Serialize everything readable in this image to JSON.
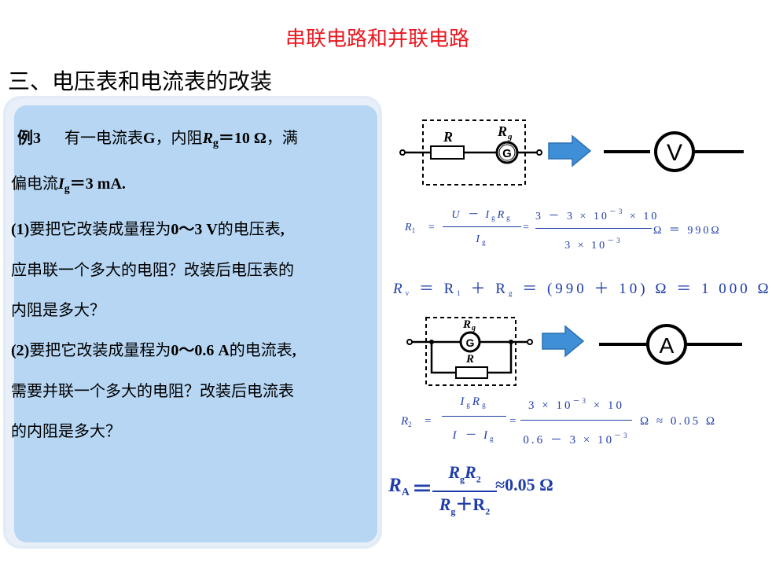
{
  "header": {
    "title": "串联电路和并联电路",
    "section": "三、电压表和电流表的改装"
  },
  "problem": {
    "line1_label": "例3",
    "line1_text_a": "有一电流表",
    "line1_G": "G",
    "line1_text_b": "，内阻",
    "line1_R": "R",
    "line1_R_sub": "g",
    "line1_text_c": "＝10 Ω",
    "line1_text_d": "，满",
    "line2_text_a": "偏电流",
    "line2_I": "I",
    "line2_I_sub": "g",
    "line2_text_b": "＝3 mA.",
    "line3_num": "(1)",
    "line3_text_a": "要把它改装成量程为",
    "line3_range": "0～3 V",
    "line3_text_b": "的电压表",
    "line3_comma": ",",
    "line4": "应串联一个多大的电阻？改装后电压表的",
    "line5": "内阻是多大？",
    "line6_num": "(2)",
    "line6_text_a": "要把它改装成量程为",
    "line6_range": "0～0.6 A",
    "line6_text_b": "的电流表",
    "line6_comma": ",",
    "line7": "需要并联一个多大的电阻？改装后电流表",
    "line8": "的内阻是多大？"
  },
  "circuit_v": {
    "r_label": "R",
    "rg_label": "R",
    "rg_sub": "g",
    "g_label": "G",
    "meter": "V"
  },
  "circuit_a": {
    "rg_label": "R",
    "rg_sub": "g",
    "g_label": "G",
    "r_label": "R",
    "meter": "A"
  },
  "eq1": {
    "lhs": "R",
    "lhs_sub": "1",
    "eq": "=",
    "num1": "U － I",
    "num1_sub_g": "g",
    "num1_R": "R",
    "den1": "I",
    "den1_sub": "g",
    "eq2": "=",
    "num2": "3 － 3 × 10",
    "num2_exp": "－3",
    "num2_tail": "× 10",
    "den2": "3 × 10",
    "den2_exp": "－3",
    "result": "Ω ＝ 990Ω"
  },
  "eq2": {
    "text_R": "R",
    "sub_v": "v",
    "text_a": "＝ R",
    "sub_1": "1",
    "text_b": "＋ R",
    "sub_g": "g",
    "text_c": "＝ (990 ＋ 10) Ω ＝ 1 000 Ω"
  },
  "eq3": {
    "lhs": "R",
    "lhs_sub": "2",
    "eq": "=",
    "num1": "I",
    "num1_sub": "g",
    "num1_R": "R",
    "den1": "I － I",
    "den1_sub": "g",
    "eq2": "=",
    "num2": "3 × 10",
    "num2_exp": "－3",
    "num2_tail": "× 10",
    "den2": "0.6 － 3 × 10",
    "den2_exp": "－3",
    "result": "Ω ≈ 0.05 Ω"
  },
  "eq4": {
    "lhs": "R",
    "lhs_sub": "A",
    "eq": "＝",
    "num_R": "R",
    "num_sub_g": "g",
    "num_R2": "R",
    "num_sub_2": "2",
    "den_R": "R",
    "den_sub_g": "g",
    "den_plus": "＋R",
    "den_sub_2": "2",
    "result": "≈0.05 Ω"
  },
  "colors": {
    "title_red": "#e8171f",
    "equation_blue": "#1f3caa",
    "panel_blue": "#b6d6f3",
    "arrow_blue": "#3f8fd6"
  }
}
